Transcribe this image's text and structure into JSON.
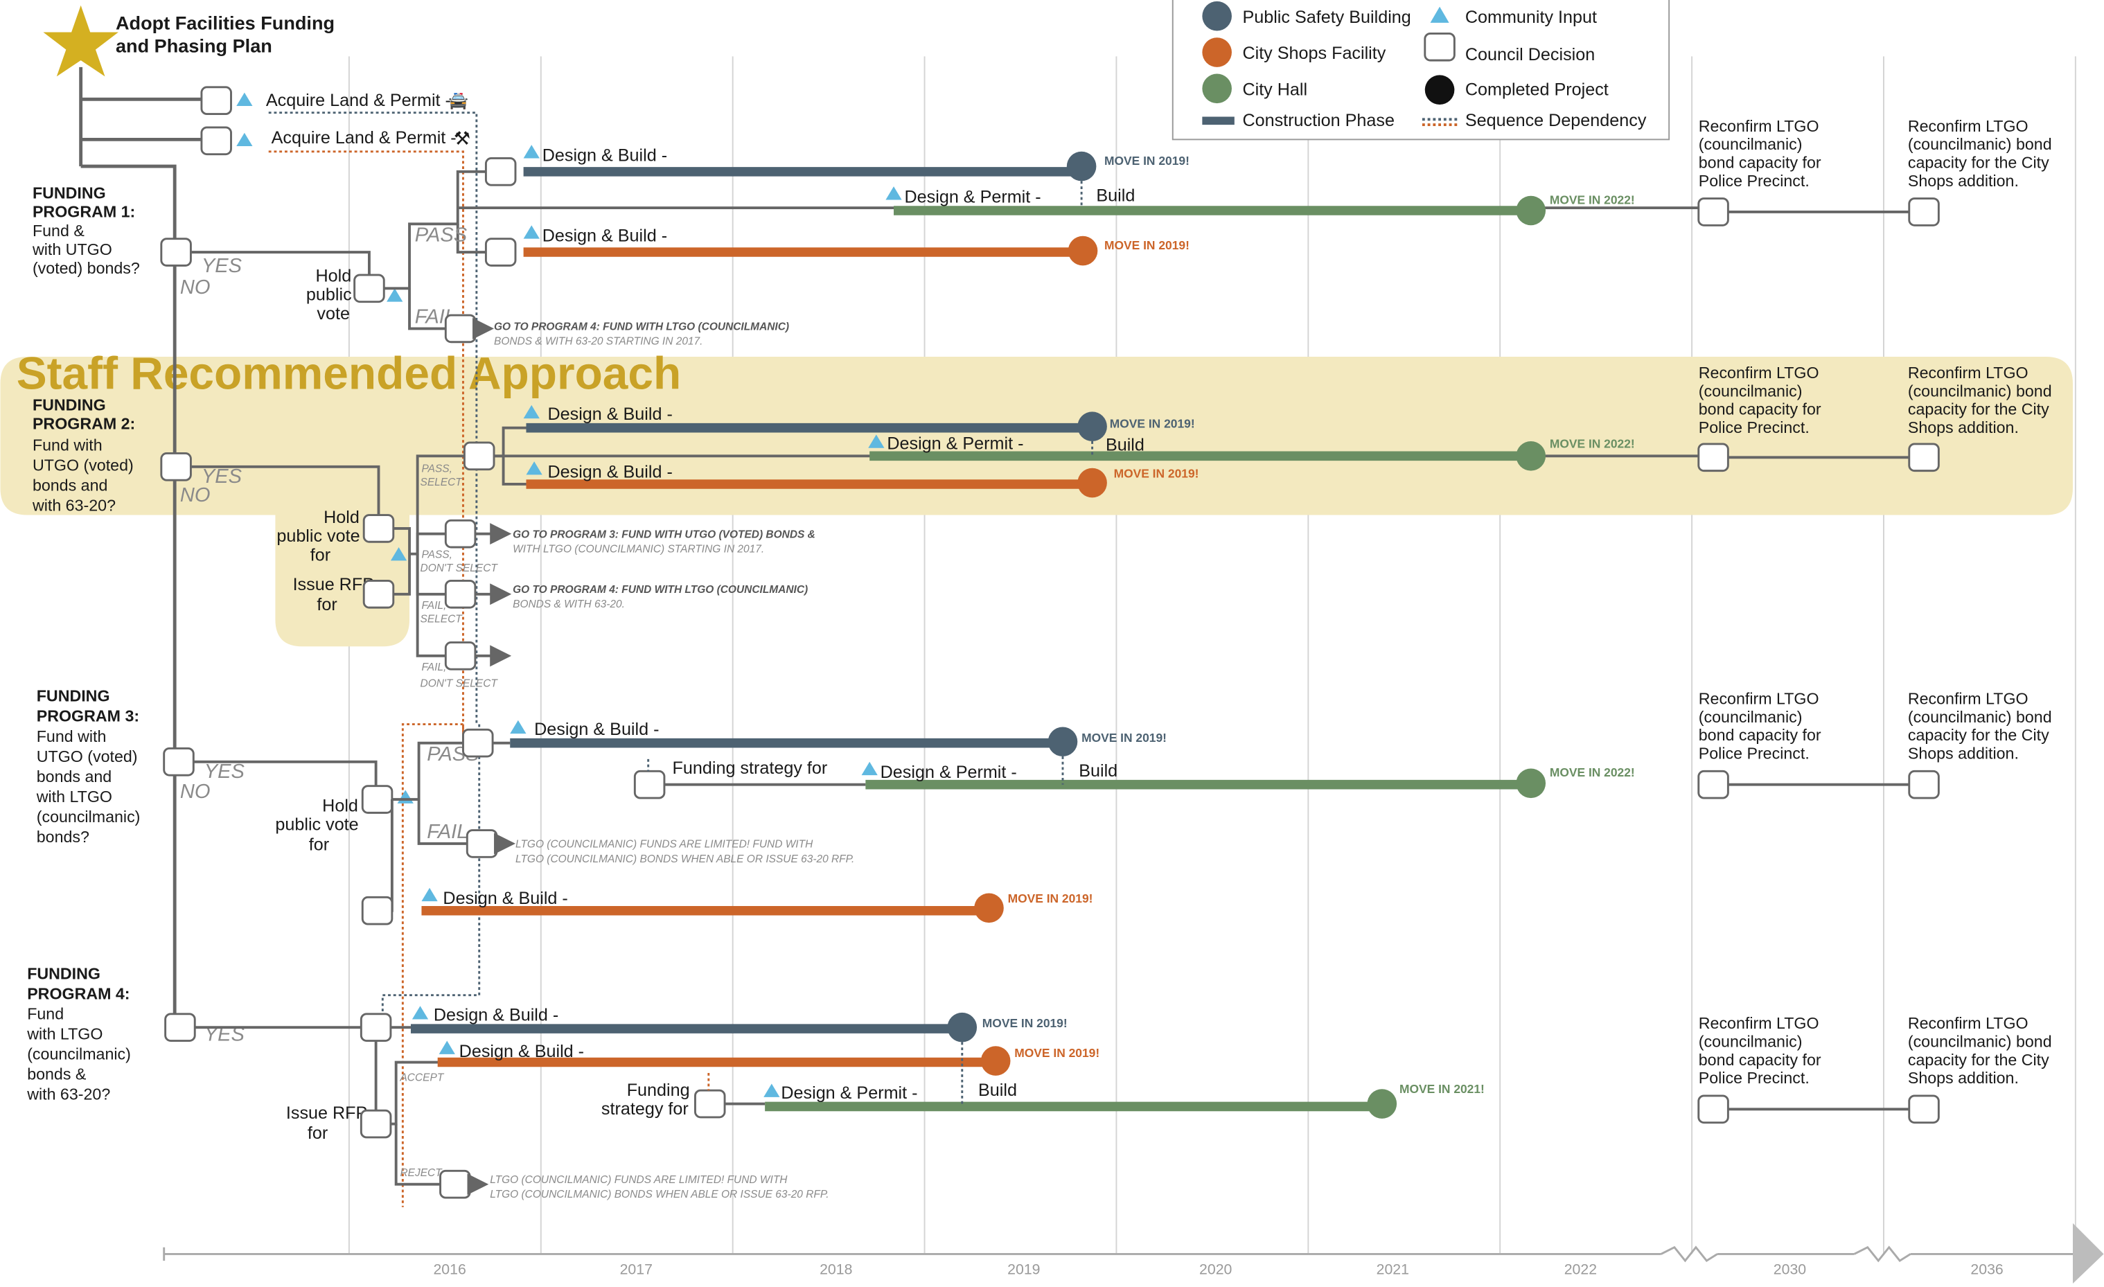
{
  "colors": {
    "public_safety": "#4d6272",
    "city_shops": "#cc6529",
    "city_hall": "#6a8f63",
    "community_input": "#5fb8e0",
    "band": "#f3e9bf",
    "star": "#d4b021",
    "line": "#666666"
  },
  "header": {
    "title_line1": "Adopt Facilities Funding",
    "title_line2": "and Phasing Plan"
  },
  "legend": {
    "public_safety": "Public Safety Building",
    "city_shops": "City Shops Facility",
    "city_hall": "City Hall",
    "construction": "Construction Phase",
    "community_input": "Community Input",
    "council_decision": "Council Decision",
    "completed": "Completed Project",
    "dependency": "Sequence Dependency"
  },
  "timeline": {
    "years": [
      "2016",
      "2017",
      "2018",
      "2019",
      "2020",
      "2021",
      "2022",
      "2030",
      "2036"
    ]
  },
  "band": {
    "title": "Staff Recommended Approach"
  },
  "top": {
    "acquire_ps": "Acquire Land & Permit -",
    "acquire_shops": "Acquire Land & Permit -"
  },
  "p1": {
    "title1": "FUNDING",
    "title2": "PROGRAM 1:",
    "q1": "Fund    &",
    "q2": "   with UTGO",
    "q3": "(voted) bonds?",
    "yes": "YES",
    "no": "NO",
    "vote1": "Hold",
    "vote2": "public",
    "vote3": "vote",
    "pass": "PASS",
    "fail": "FAIL",
    "design_ps": "Design & Build  -",
    "design_hall": "Design & Permit -",
    "build": "Build",
    "design_shops": "Design & Build  -",
    "move_ps": "MOVE IN 2019!",
    "move_hall": "MOVE IN 2022!",
    "move_shops": "MOVE IN 2019!",
    "goto1": "GO TO PROGRAM 4: FUND     WITH LTGO (COUNCILMANIC)",
    "goto2": "BONDS &     WITH 63-20 STARTING IN 2017."
  },
  "p2": {
    "title1": "FUNDING",
    "title2": "PROGRAM 2:",
    "q1": "Fund       with",
    "q2": "UTGO (voted)",
    "q3": "bonds and",
    "q4": "with 63-20?",
    "yes": "YES",
    "no": "NO",
    "vote1": "Hold",
    "vote2": "public vote",
    "vote3": "for",
    "rfp1": "Issue RFP",
    "rfp2": "for",
    "pass_select1": "PASS,",
    "pass_select2": "SELECT",
    "pass_dont1": "PASS,",
    "pass_dont2": "DON'T SELECT",
    "fail_select1": "FAIL,",
    "fail_select2": "SELECT",
    "fail_dont1": "FAIL,",
    "fail_dont2": "DON'T SELECT",
    "design_ps": "Design & Build  -",
    "design_hall": "Design & Permit -",
    "build": "Build",
    "design_shops": "Design & Build  -",
    "move_ps": "MOVE IN 2019!",
    "move_hall": "MOVE IN 2022!",
    "move_shops": "MOVE IN 2019!",
    "goto3a": "GO TO PROGRAM 3: FUND     WITH UTGO (VOTED)  BONDS &",
    "goto3b": "WITH LTGO (COUNCILMANIC) STARTING IN 2017.",
    "goto4a": "GO TO PROGRAM 4: FUND     WITH LTGO (COUNCILMANIC)",
    "goto4b": "BONDS &     WITH 63-20."
  },
  "p3": {
    "title1": "FUNDING",
    "title2": "PROGRAM 3:",
    "q1": "Fund      with",
    "q2": "UTGO (voted)",
    "q3": "bonds and",
    "q4": "     with LTGO",
    "q5": "(councilmanic)",
    "q6": "bonds?",
    "yes": "YES",
    "no": "NO",
    "vote1": "Hold",
    "vote2": "public vote",
    "vote3": "for",
    "pass": "PASS",
    "fail": "FAIL",
    "design_ps": "Design & Build  -",
    "strategy": "Funding strategy for",
    "design_hall": "Design & Permit -",
    "build": "Build",
    "design_shops": "Design & Build  -",
    "move_ps": "MOVE IN 2019!",
    "move_hall": "MOVE IN 2022!",
    "move_shops": "MOVE IN 2019!",
    "limit1": "LTGO (COUNCILMANIC) FUNDS ARE LIMITED! FUND     WITH",
    "limit2": "LTGO (COUNCILMANIC)  BONDS WHEN ABLE OR ISSUE  63-20 RFP."
  },
  "p4": {
    "title1": "FUNDING",
    "title2": "PROGRAM 4:",
    "q1": "Fund",
    "q2": "with LTGO",
    "q3": "(councilmanic)",
    "q4": "bonds &",
    "q5": "     with 63-20?",
    "yes": "YES",
    "rfp1": "Issue RFP",
    "rfp2": "for",
    "accept": "ACCEPT",
    "reject": "REJECT",
    "design_ps": "Design & Build  -",
    "design_shops": "Design & Build  -",
    "strategy1": "Funding",
    "strategy2": "strategy for",
    "design_hall": "Design & Permit -",
    "build": "Build",
    "move_ps": "MOVE IN 2019!",
    "move_shops": "MOVE IN 2019!",
    "move_hall": "MOVE IN 2021!",
    "limit1": "LTGO (COUNCILMANIC) FUNDS ARE LIMITED! FUND     WITH",
    "limit2": "LTGO (COUNCILMANIC)  BONDS WHEN ABLE OR ISSUE  63-20 RFP."
  },
  "reconfirm": {
    "police": [
      "Reconfirm LTGO",
      "(councilmanic)",
      "bond capacity for",
      "Police Precinct."
    ],
    "shops": [
      "Reconfirm LTGO",
      "(councilmanic) bond",
      "capacity for the City",
      "Shops addition."
    ]
  }
}
